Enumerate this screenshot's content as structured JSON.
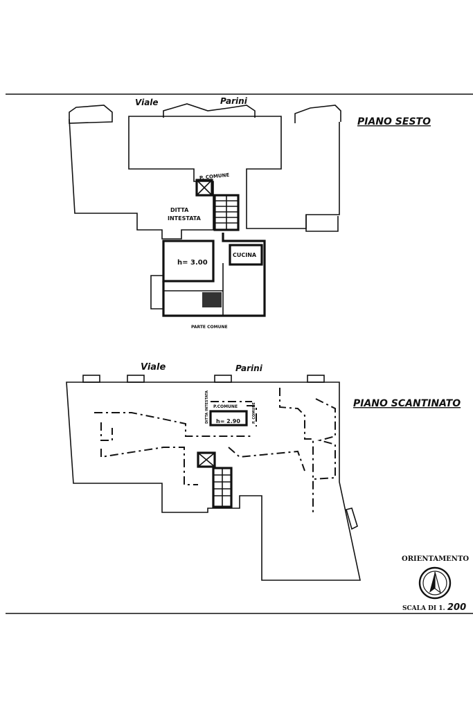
{
  "sixth_floor": {
    "street_viale": "Viale",
    "street_parini": "Parini",
    "title": "PIANO SESTO",
    "label_p_comune": "P. COMUNE",
    "label_ditta": "DITTA",
    "label_intestata": "INTESTATA",
    "label_height": "h= 3.00",
    "label_cucina": "CUCINA",
    "label_parte_comune": "PARTE COMUNE"
  },
  "basement": {
    "street_viale": "Viale",
    "street_parini": "Parini",
    "title": "PIANO SCANTINATO",
    "label_p_comune_top": "P.COMUNE",
    "label_ditta_intestata": "DITTA INTESTATA",
    "label_p_comune_side": "P. COMUNE",
    "label_height": "h= 2.90"
  },
  "legend": {
    "orientation_label": "ORIENTAMENTO",
    "scale_prefix": "SCALA DI 1.",
    "scale_value": "200",
    "north_icon": "north-arrow-icon"
  }
}
